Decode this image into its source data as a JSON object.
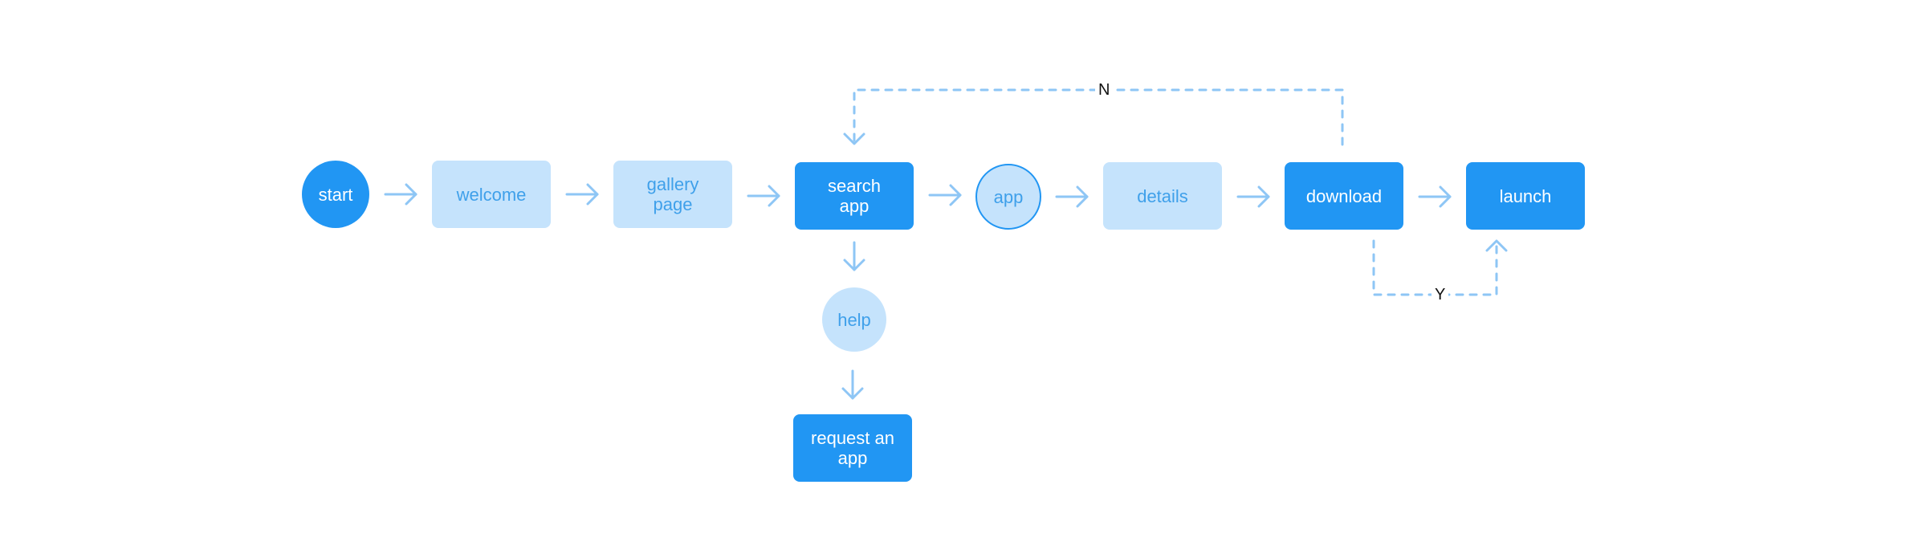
{
  "diagram": {
    "colors": {
      "primary": "#2196F3",
      "light": "#C5E3FC",
      "light_text": "#3FA0EA",
      "connector": "#8EC6F5",
      "label_text": "#111111"
    },
    "nodes": {
      "start": "start",
      "welcome": "welcome",
      "gallery": "gallery\npage",
      "search": "search\napp",
      "app": "app",
      "details": "details",
      "download": "download",
      "launch": "launch",
      "help": "help",
      "request": "request an\napp"
    },
    "branch_labels": {
      "no": "N",
      "yes": "Y"
    }
  }
}
